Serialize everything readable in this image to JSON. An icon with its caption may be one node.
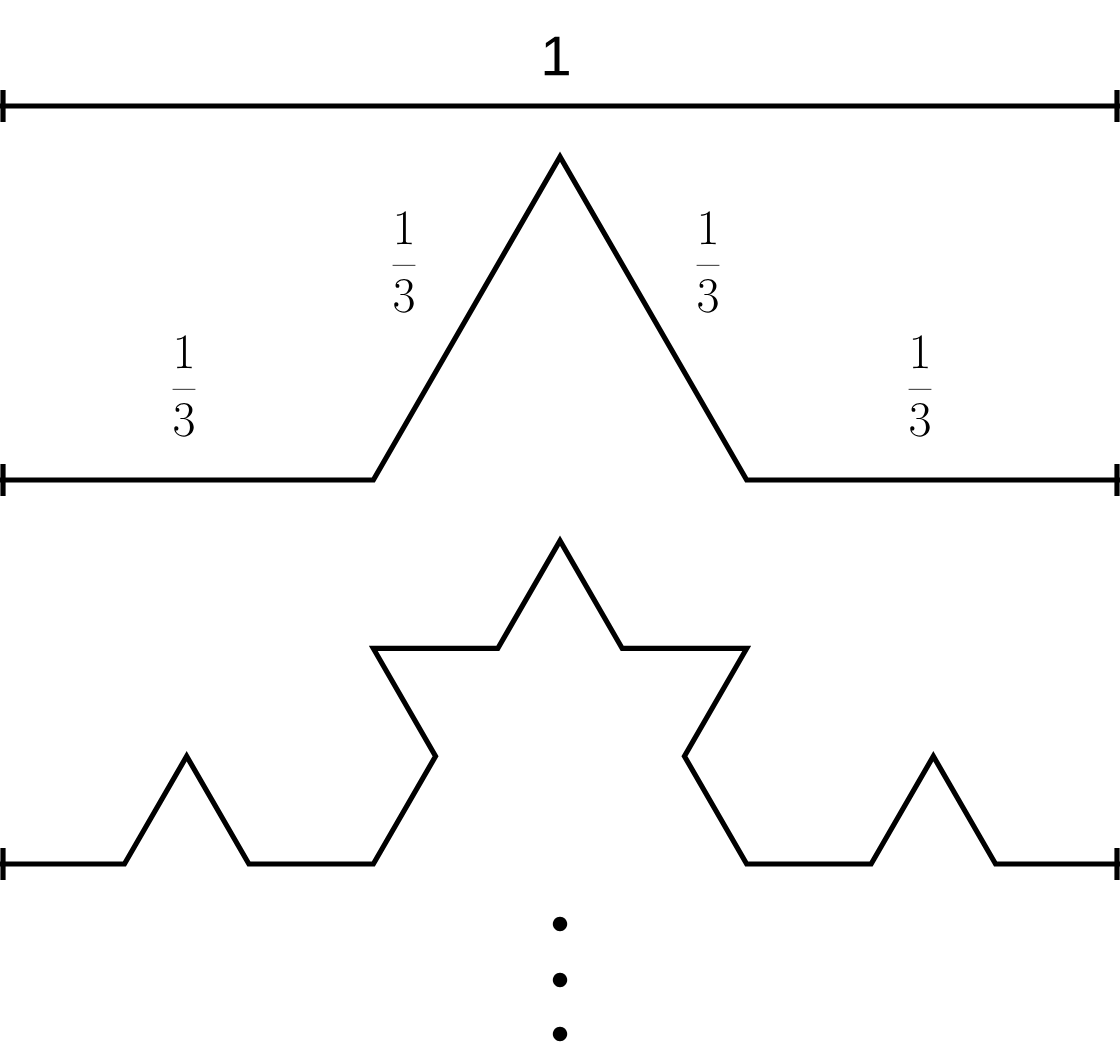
{
  "diagram": {
    "labels": [
      "1",
      "\\frac{1}{3}",
      "\\frac{1}{3}",
      "\\frac{1}{3}",
      "\\frac{1}{3}"
    ]
  }
}
